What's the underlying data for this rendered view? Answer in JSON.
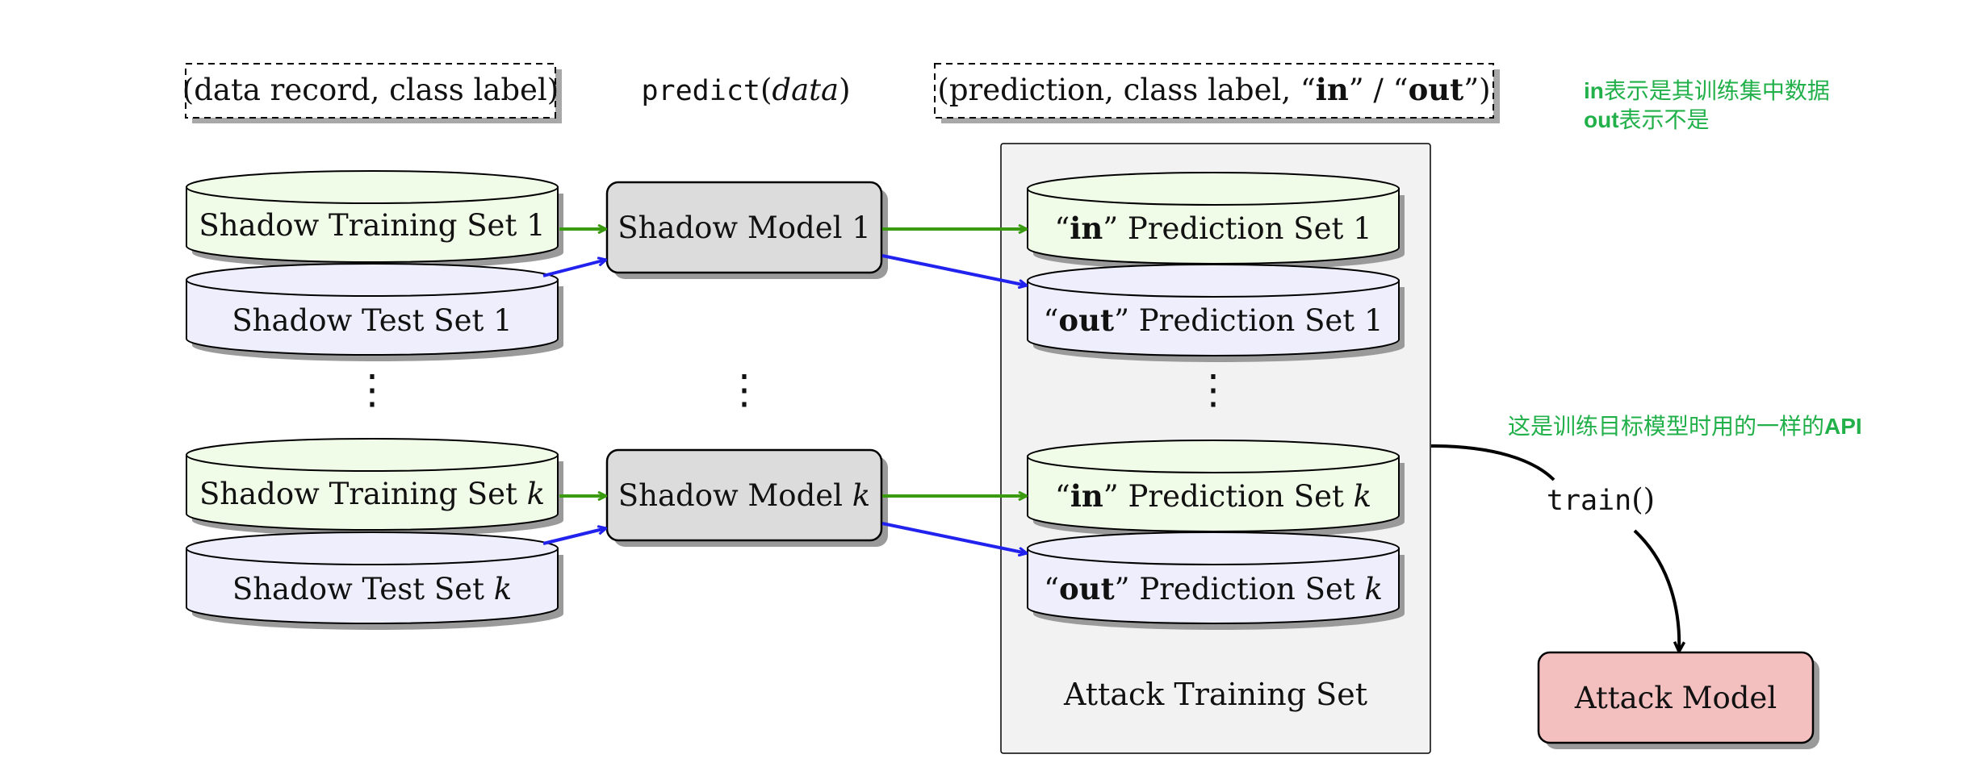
{
  "header": {
    "record_label": "(data record, class label)",
    "predict_fn": "predict",
    "predict_arg": "data",
    "prediction_label_pre": "(prediction, class label, “",
    "prediction_label_in": "in",
    "prediction_label_mid": "” / “",
    "prediction_label_out": "out",
    "prediction_label_post": "”)"
  },
  "annotations": {
    "in_line_bold": "in",
    "in_line_rest": "表示是其训练集中数据",
    "out_line_bold": "out",
    "out_line_rest": "表示不是",
    "api_note_text": "这是训练目标模型时用的一样的",
    "api_note_bold": "API"
  },
  "shadow_sets": [
    {
      "train_label": "Shadow Training Set 1",
      "test_label": "Shadow Test Set 1"
    },
    {
      "train_prefix": "Shadow Training Set ",
      "test_prefix": "Shadow Test Set ",
      "index": "k"
    }
  ],
  "shadow_models": [
    {
      "label": "Shadow Model 1"
    },
    {
      "prefix": "Shadow Model ",
      "index": "k"
    }
  ],
  "prediction_sets": [
    {
      "q_open": "“",
      "kw": "in",
      "q_close": "”",
      "rest": " Prediction Set 1"
    },
    {
      "q_open": "“",
      "kw": "out",
      "q_close": "”",
      "rest": " Prediction Set 1"
    },
    {
      "q_open": "“",
      "kw": "in",
      "q_close": "”",
      "rest": " Prediction Set ",
      "index": "k"
    },
    {
      "q_open": "“",
      "kw": "out",
      "q_close": "”",
      "rest": " Prediction Set ",
      "index": "k"
    }
  ],
  "ellipsis": "⋮",
  "attack_training_set_label": "Attack Training Set",
  "train_fn": "train",
  "train_parens": "()",
  "attack_model_label": "Attack Model",
  "colors": {
    "train_fill": "#f0fbe8",
    "test_fill": "#eeeefc",
    "model_fill": "#dcdcdc",
    "attack_fill": "#f3bfbf",
    "attack_set_fill": "#f2f2f2",
    "green_arrow": "#3a9a10",
    "blue_arrow": "#2222ee",
    "annotation_green": "#22b04a"
  }
}
